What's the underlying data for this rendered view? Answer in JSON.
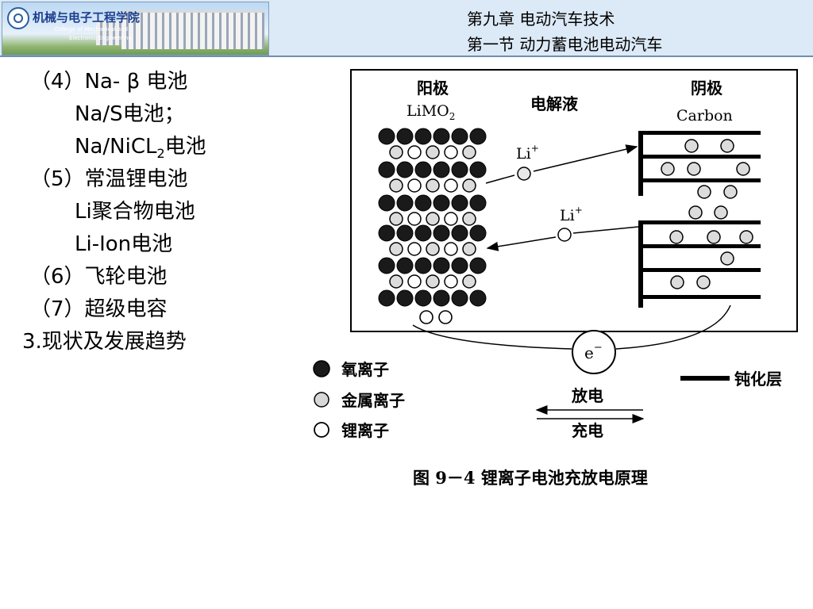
{
  "header": {
    "college_cn": "机械与电子工程学院",
    "college_en_line1": "College of Mechanical and",
    "college_en_line2": "Electronic Engineering",
    "chapter": "第九章 电动汽车技术",
    "section": "第一节  动力蓄电池电动汽车"
  },
  "content": {
    "items": [
      {
        "text": "（4）Na- β 电池"
      },
      {
        "text": "Na/S电池；"
      },
      {
        "text": "Na/NiCL",
        "sub": "2",
        "suffix": "电池"
      },
      {
        "text": "（5）常温锂电池"
      },
      {
        "text": "Li聚合物电池"
      },
      {
        "text": "Li-Ion电池"
      },
      {
        "text": "（6）飞轮电池"
      },
      {
        "text": "（7）超级电容"
      },
      {
        "text": "3.现状及发展趋势"
      }
    ]
  },
  "figure": {
    "anode_cn": "阳极",
    "anode_formula": "LiMO",
    "anode_formula_sub": "2",
    "electrolyte": "电解液",
    "cathode_cn": "阴极",
    "cathode_en": "Carbon",
    "li_ion_upper": "Li",
    "li_ion_lower": "Li",
    "ion_charge": "+",
    "electron": "e",
    "electron_charge": "−",
    "legend": {
      "oxygen": "氧离子",
      "metal": "金属离子",
      "lithium": "锂离子",
      "passivation": "钝化层",
      "discharge": "放电",
      "charge": "充电"
    },
    "caption": "图 9－4   锂离子电池充放电原理"
  },
  "colors": {
    "header_bg": "#dce9f6",
    "header_border": "#6e8fb0"
  }
}
